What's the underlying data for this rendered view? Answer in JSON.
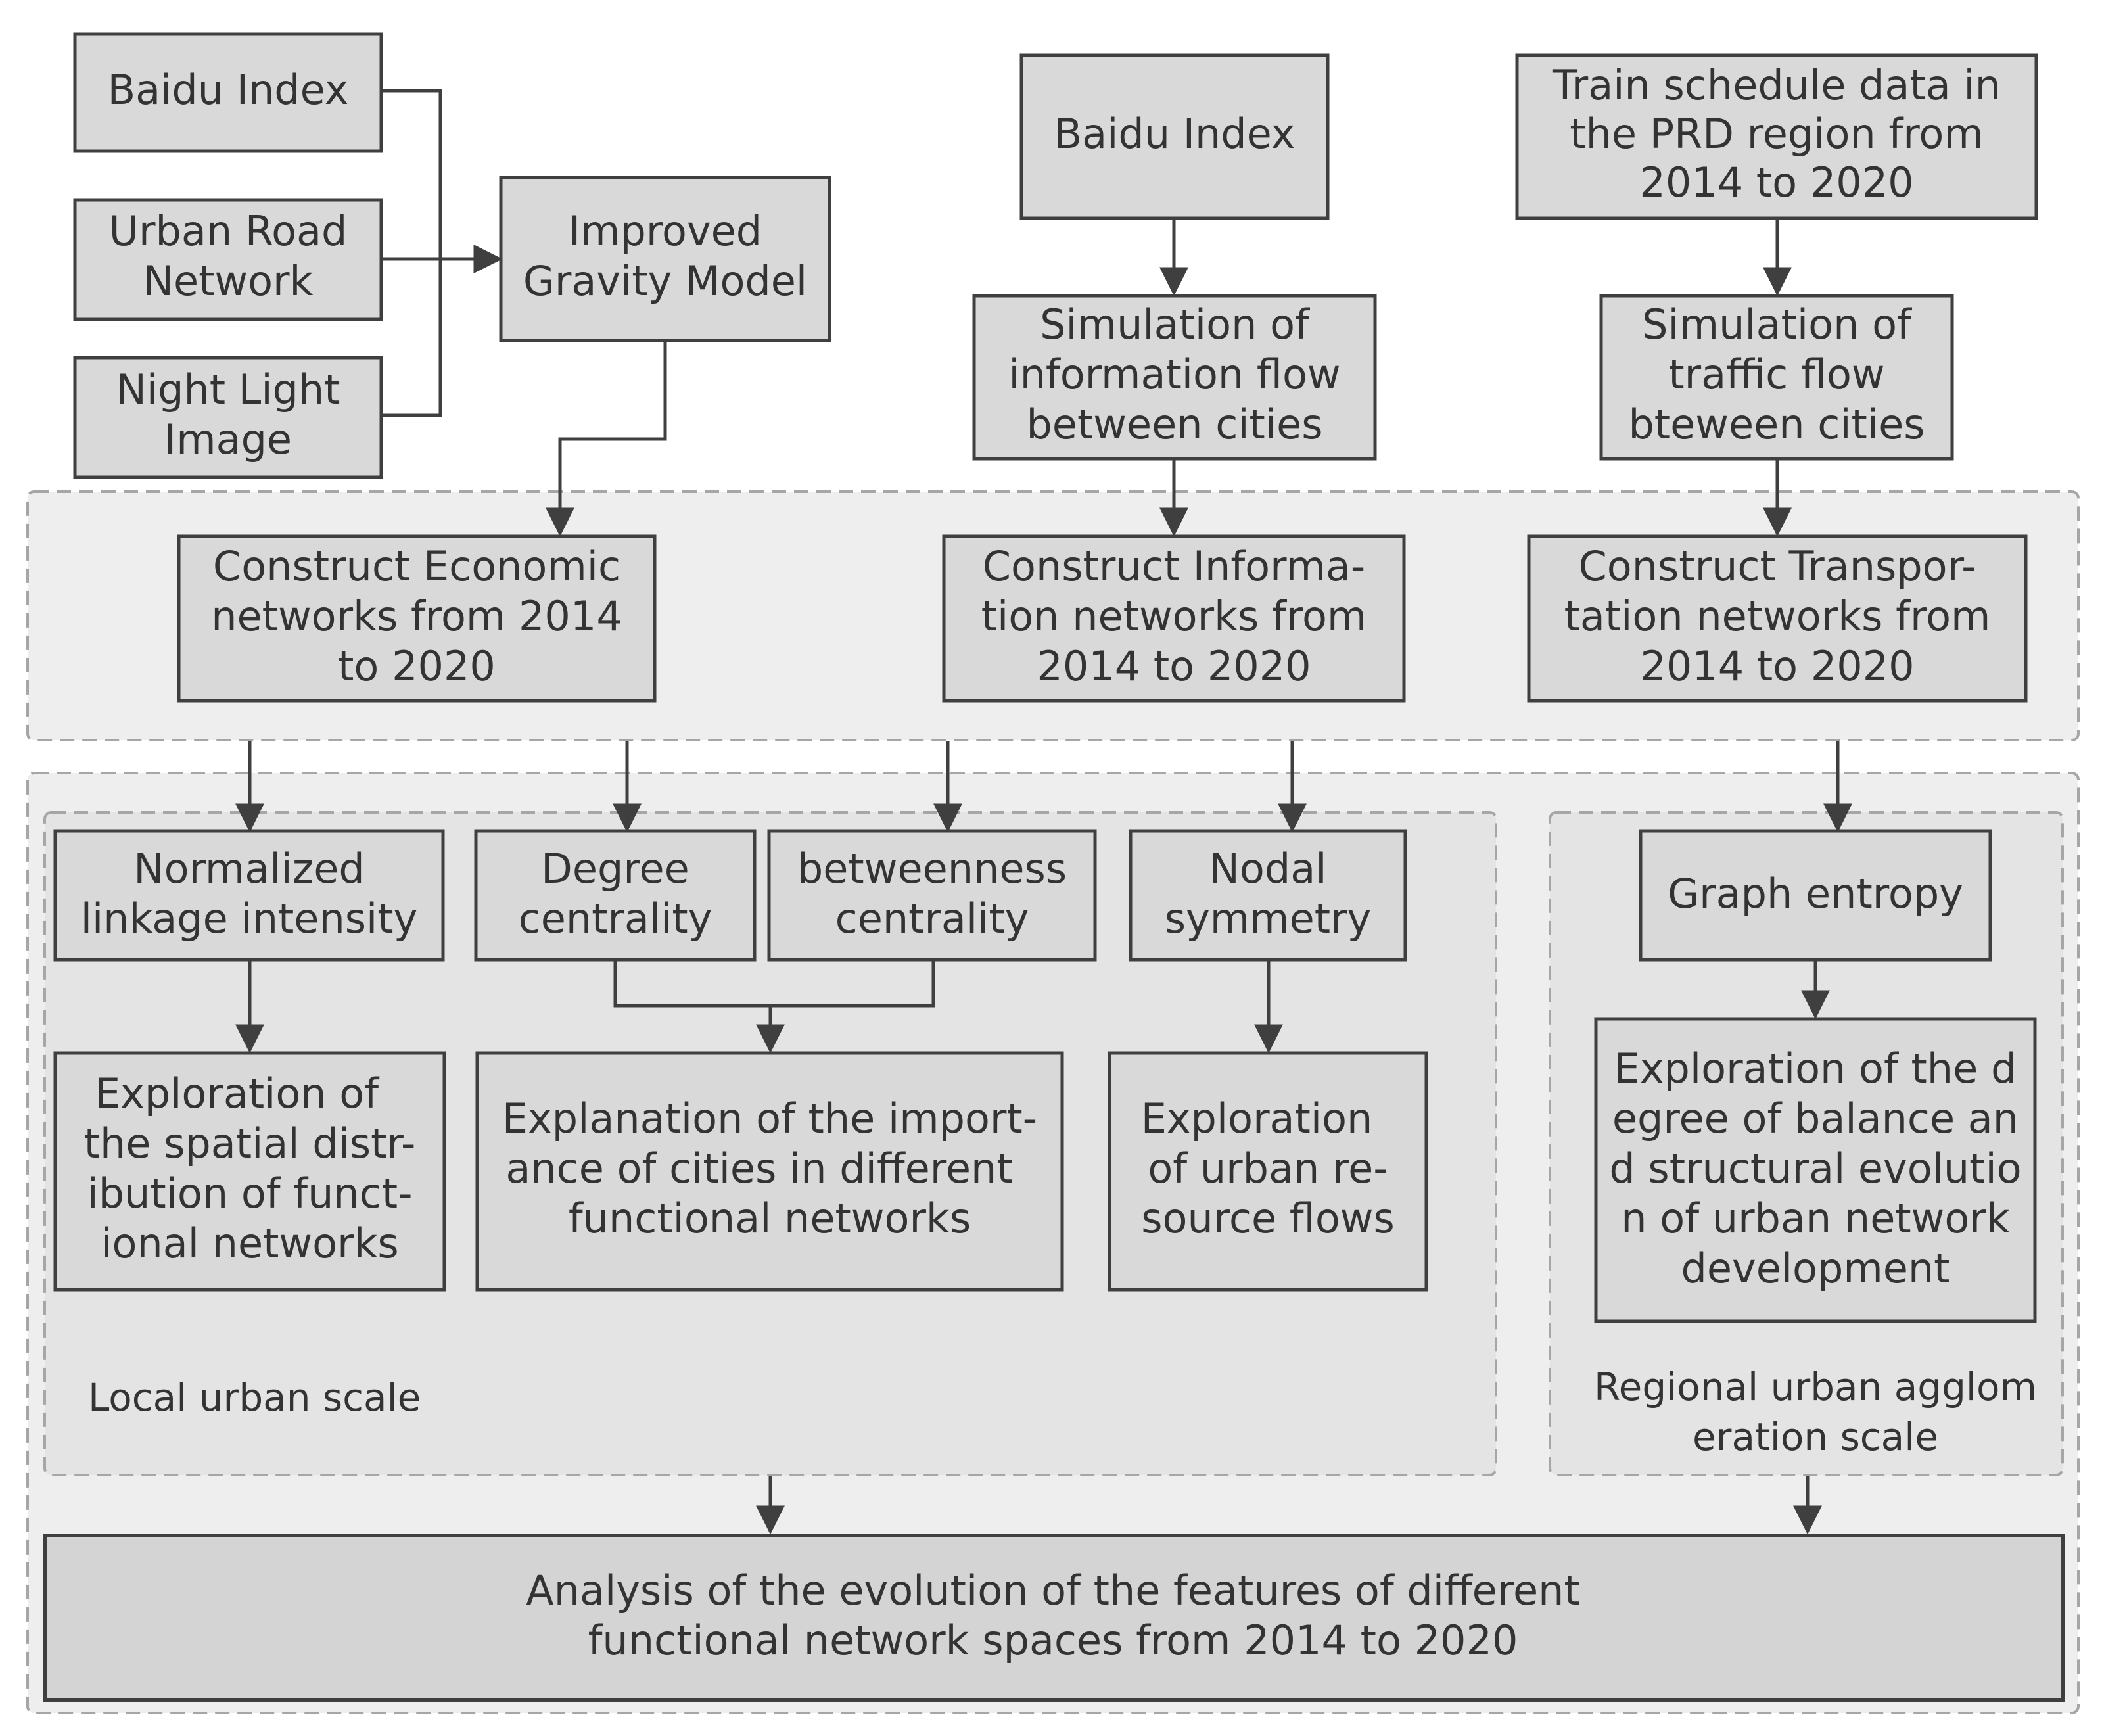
{
  "inputs": {
    "baidu_index_left": "Baidu Index",
    "urban_road": [
      "Urban Road",
      "Network"
    ],
    "night_light": [
      "Night Light",
      "Image"
    ],
    "baidu_index_mid": "Baidu Index",
    "train_schedule": [
      "Train schedule data in",
      "the PRD region from",
      "2014 to 2020"
    ]
  },
  "models": {
    "gravity": [
      "Improved",
      "Gravity Model"
    ],
    "info_flow": [
      "Simulation of",
      "information flow",
      "between cities"
    ],
    "traffic_flow": [
      "Simulation of",
      "traffic flow",
      "bteween cities"
    ]
  },
  "networks": {
    "economic": [
      "Construct Economic",
      "networks from 2014",
      "to 2020"
    ],
    "information": [
      "Construct Informa-",
      "tion networks from",
      "2014 to 2020"
    ],
    "transportation": [
      "Construct Transpor-",
      "tation networks from",
      "2014 to 2020"
    ]
  },
  "metrics": {
    "linkage": [
      "Normalized",
      "linkage intensity"
    ],
    "degree": [
      "Degree",
      "centrality"
    ],
    "betweenness": [
      "betweenness",
      "centrality"
    ],
    "nodal": [
      "Nodal",
      "symmetry"
    ],
    "entropy": "Graph entropy"
  },
  "explorations": {
    "spatial": [
      "Exploration of",
      "the spatial distr-",
      "ibution of funct-",
      "ional networks"
    ],
    "importance": [
      "Explanation of the import-",
      "ance of cities in different",
      "functional networks"
    ],
    "resource": [
      "Exploration",
      "of urban re-",
      "source flows"
    ],
    "balance": [
      "Exploration of the d",
      "egree of balance an",
      "d structural evolutio",
      "n of urban network",
      "development"
    ]
  },
  "scales": {
    "local": "Local urban scale",
    "regional": [
      "Regional urban agglom",
      "eration scale"
    ]
  },
  "final": [
    "Analysis of the evolution of the features of different",
    "functional network spaces from 2014 to 2020"
  ]
}
